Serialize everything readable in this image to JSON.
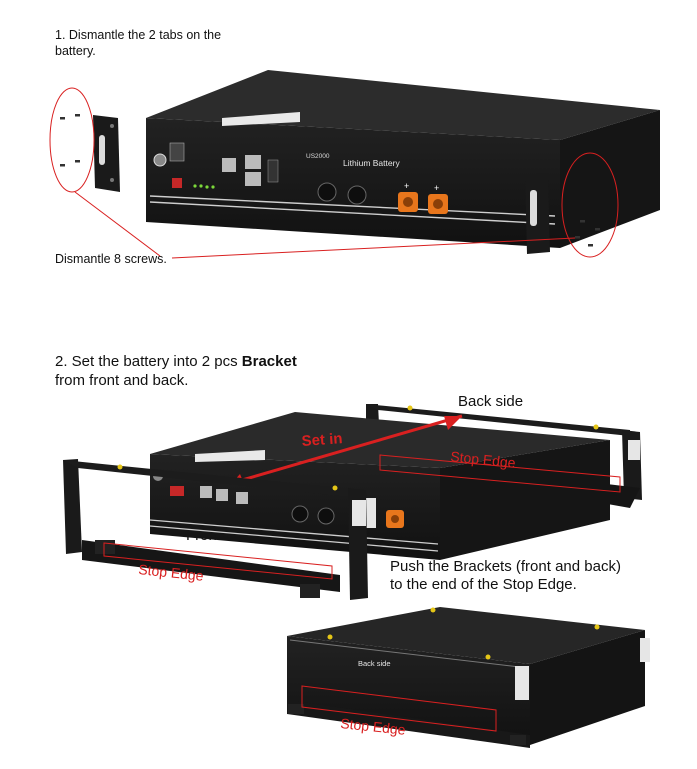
{
  "step1": {
    "instruction_line1": "1. Dismantle the 2 tabs on the",
    "instruction_line2": "battery.",
    "screws_label": "Dismantle 8 screws.",
    "battery_label": "Lithium Battery",
    "model_label": "US2000"
  },
  "step2": {
    "instruction_line1_prefix": "2. Set the battery into 2 pcs ",
    "instruction_line1_bold": "Bracket",
    "instruction_line2": "from front and back.",
    "back_side_label": "Back side",
    "set_in_label": "Set in",
    "stop_edge_back_label": "Stop Edge",
    "front_side_label": "Front side",
    "stop_edge_front_label": "Stop Edge",
    "push_line1": "Push the Brackets (front and back)",
    "push_line2": "to the end of  the Stop Edge."
  },
  "step3": {
    "back_side_print": "Back side",
    "stop_edge_label": "Stop Edge"
  },
  "colors": {
    "battery_body": "#1c1c1c",
    "battery_top": "#2a2a2a",
    "annotation_red": "#d92020",
    "terminal_orange": "#e8761c",
    "tab_metal": "#d6d6d6"
  }
}
